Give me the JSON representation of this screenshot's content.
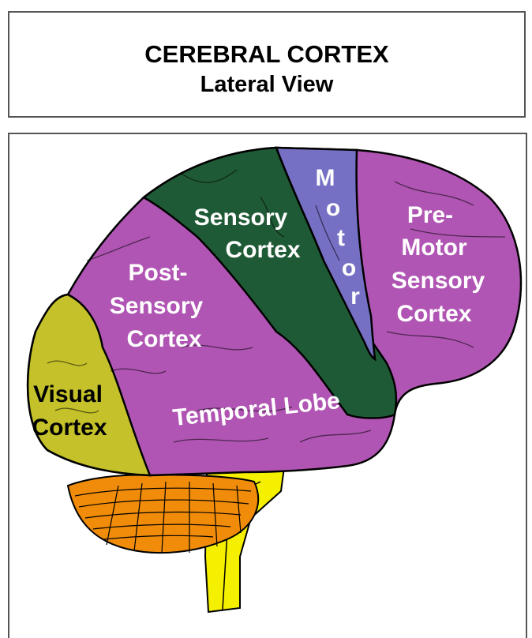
{
  "title": {
    "line1": "CEREBRAL CORTEX",
    "line2": "Lateral View"
  },
  "regions": {
    "sensory": {
      "line1": "Sensory",
      "line2": "Cortex",
      "color": "#1f5a36"
    },
    "motor": {
      "letters": [
        "M",
        "o",
        "t",
        "o",
        "r"
      ],
      "color": "#7570c4"
    },
    "premotor": {
      "line1": "Pre-",
      "line2": "Motor",
      "line3": "Sensory",
      "line4": "Cortex",
      "color": "#b055b3"
    },
    "postsensory": {
      "line1": "Post-",
      "line2": "Sensory",
      "line3": "Cortex",
      "color": "#b055b3"
    },
    "temporal": {
      "label": "Temporal Lobe",
      "color": "#b055b3"
    },
    "visual": {
      "line1": "Visual",
      "line2": "Cortex",
      "color": "#c4c12a"
    },
    "cerebellum": {
      "color": "#f08c0a"
    },
    "brainstem": {
      "color": "#f4f000"
    }
  },
  "colors": {
    "label_light": "#ffffff",
    "label_dark": "#000000",
    "outline": "#000000"
  }
}
